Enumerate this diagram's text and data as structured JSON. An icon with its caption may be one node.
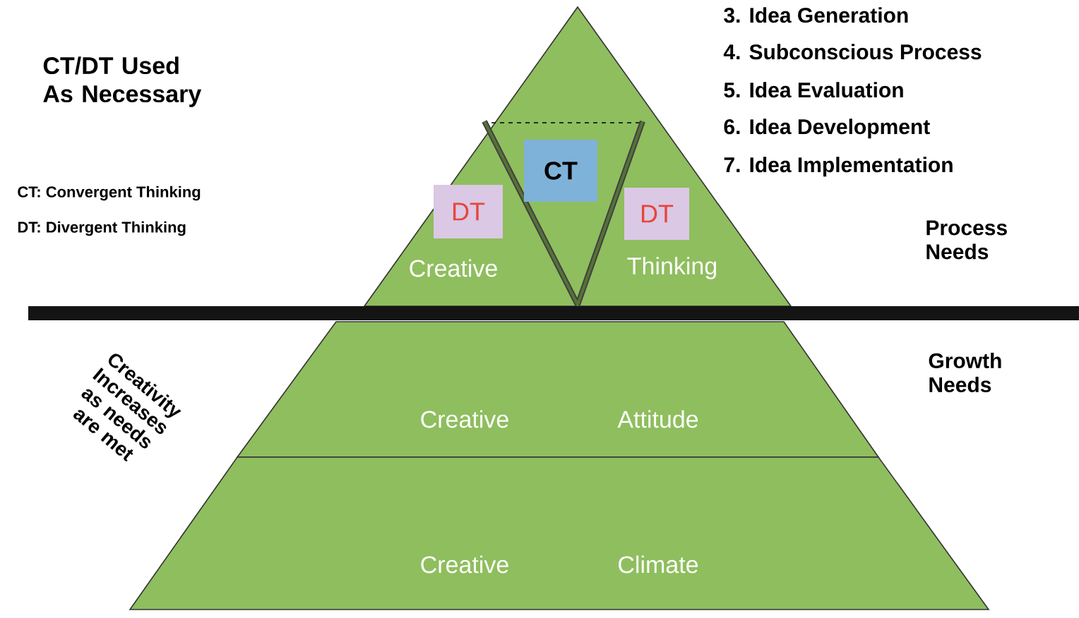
{
  "diagram": {
    "nodes": [
      {
        "text": [
          "Creative",
          "Thinking"
        ]
      },
      {
        "text": [
          "DT"
        ],
        "in": 0
      },
      {
        "text": [
          "CT"
        ],
        "in": 0
      },
      {
        "text": [
          "DT"
        ],
        "in": 0
      },
      {
        "text": [
          "Creative",
          "Attitude"
        ]
      },
      {
        "text": [
          "Creative",
          "Climate"
        ]
      }
    ],
    "labels": [
      "CT/DT Used As Necessary",
      "CT: Convergent Thinking",
      "DT: Divergent Thinking",
      "3. Idea Generation",
      "4. Subconscious Process",
      "5. Idea Evaluation",
      "6. Idea Development",
      "7. Idea Implementation",
      "Process Needs",
      "Growth Needs",
      "Creativity Increases as needs are met"
    ]
  }
}
